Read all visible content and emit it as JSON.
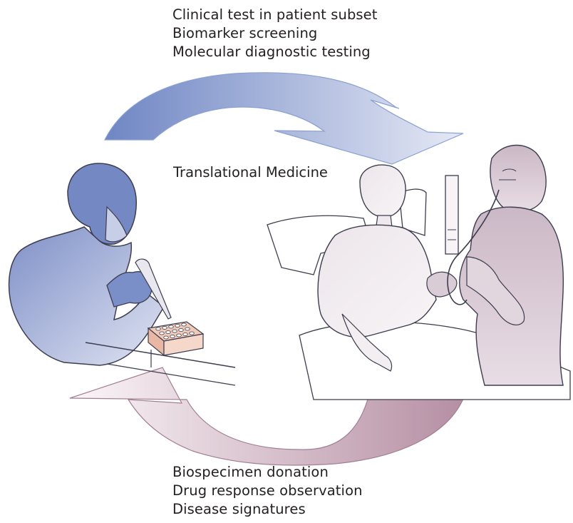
{
  "diagram": {
    "top_labels": [
      "Clinical test in patient subset",
      "Biomarker screening",
      "Molecular diagnostic testing"
    ],
    "center_label": "Translational Medicine",
    "bottom_labels": [
      "Biospecimen donation",
      "Drug response observation",
      "Disease signatures"
    ]
  },
  "colors": {
    "top_arrow_start": "#6f86c4",
    "top_arrow_end": "#e6e9f5",
    "bottom_arrow_start": "#fbf6f8",
    "bottom_arrow_end": "#b58ea3",
    "researcher_fill": "#8b9bd0",
    "patient_fill": "#f3eef1",
    "nurse_fill": "#d9ccd6",
    "text": "#231f20"
  }
}
